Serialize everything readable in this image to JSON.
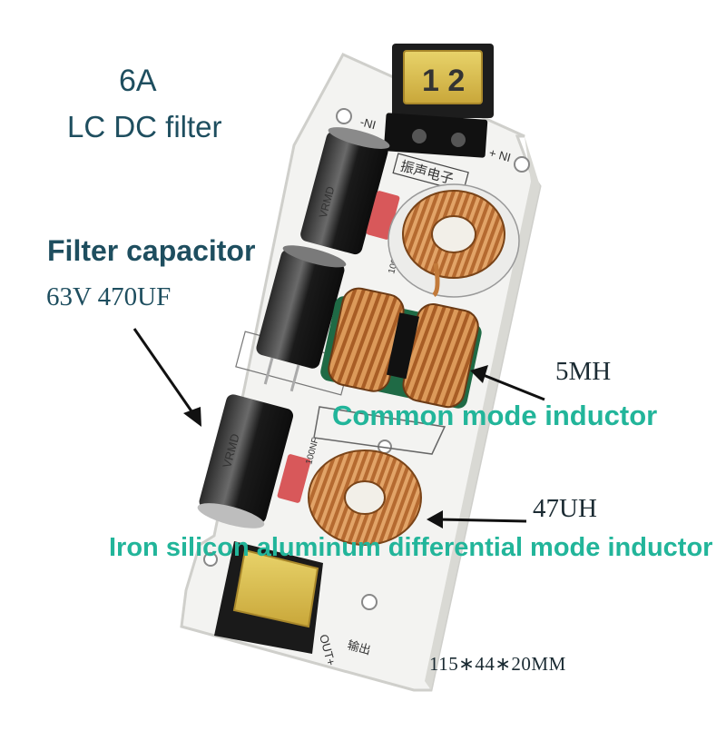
{
  "labels": {
    "current": "6A",
    "title": "LC DC filter",
    "capacitor_heading": "Filter capacitor",
    "capacitor_spec": "63V 470UF",
    "cm_value": "5MH",
    "cm_name": "Common mode inductor",
    "dm_value": "47UH",
    "dm_name": "Iron silicon aluminum differential mode inductor",
    "dimensions": "115∗44∗20MM"
  },
  "board": {
    "brand": "振声电子",
    "input_neg": "-NI",
    "input_pos": "+ NI",
    "output_label": "OUT+",
    "output_cn": "输出",
    "cap_100nf_top": "100NF",
    "cap_100nf_bottom": "100NF",
    "cap_brand": "VRMD"
  },
  "colors": {
    "label_teal": "#1e4e5f",
    "label_green": "#22b59a",
    "pcb": "#f2f2f0",
    "copper": "#c27a3a",
    "cm_core": "#1f6a45"
  }
}
